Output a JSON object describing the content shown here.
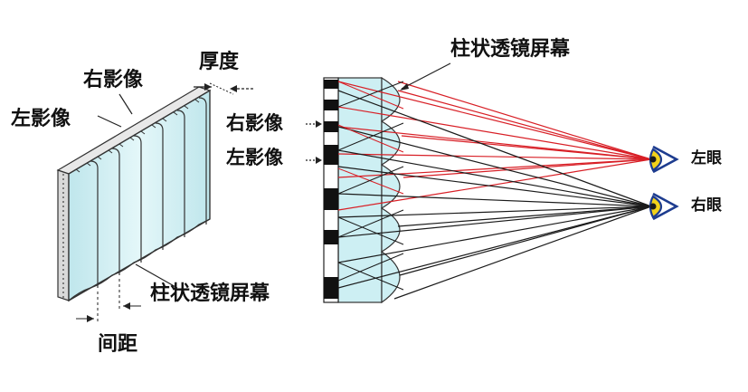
{
  "labels": {
    "thickness": "厚度",
    "right_image_top": "右影像",
    "left_image_top": "左影像",
    "lenticular_bottom": "柱状透镜屏幕",
    "pitch": "间距",
    "lenticular_top": "柱状透镜屏幕",
    "right_image_mid": "右影像",
    "left_image_mid": "左影像",
    "left_eye": "左眼",
    "right_eye": "右眼"
  },
  "colors": {
    "lens_fill": "#cdeff3",
    "ray_red": "#d81f26",
    "ray_black": "#1b1b1b",
    "eye_blue": "#1d3c8f",
    "eye_yellow": "#f2d21a"
  }
}
